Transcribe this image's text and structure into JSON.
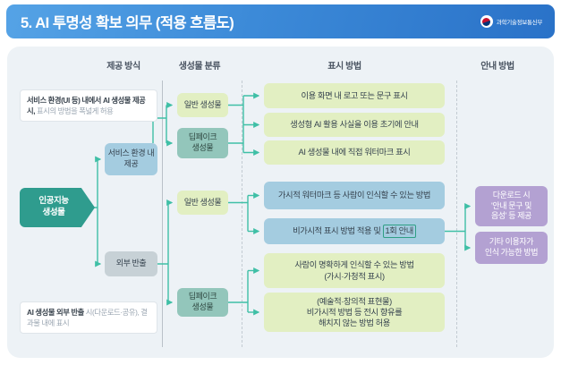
{
  "header": {
    "title": "5. AI 투명성 확보 의무 (적용 흐름도)",
    "ministry": "과학기술정보통신부"
  },
  "columns": {
    "provide": "제공 방식",
    "classify": "생성물 분류",
    "display": "표시 방법",
    "guide": "안내 방법"
  },
  "notes": {
    "top": {
      "dark": "서비스 환경(UI 등) 내에서 AI 생성물 제공 시,",
      "light": " 표시의 방법을 폭넓게 허용"
    },
    "bottom": {
      "dark": "AI 생성물 외부 반출",
      "light": " 시(다운로드·공유), 결과물 내에 표시"
    }
  },
  "flow": {
    "root": {
      "lines": [
        "인공지능",
        "생성물"
      ]
    },
    "in_service": {
      "lines": [
        "서비스 환경 내",
        "제공"
      ]
    },
    "export": {
      "label": "외부 반출"
    },
    "general_1": {
      "label": "일반 생성물"
    },
    "deepfake_1": {
      "lines": [
        "딥페이크",
        "생성물"
      ]
    },
    "general_2": {
      "label": "일반 생성물"
    },
    "deepfake_2": {
      "lines": [
        "딥페이크",
        "생성물"
      ]
    },
    "display_logo": {
      "label": "이용 화면 내 로고 또는 문구 표시"
    },
    "display_notice": {
      "label": "생성형 AI 활용 사실을 이용 초기에 안내"
    },
    "display_watermark": {
      "label": "AI 생성물 내에 직접 워터마크 표시"
    },
    "display_visible": {
      "label": "가시적 워터마크 등 사람이 인식할 수 있는 방법"
    },
    "display_invisible": {
      "prefix": "비가시적 표시 방법 적용 및",
      "highlight": "1회 안내"
    },
    "display_clear": {
      "lines": [
        "사람이 명확하게 인식할 수 있는 방법",
        "(가시·가청적 표시)"
      ]
    },
    "display_artistic": {
      "lines": [
        "(예술적·창의적 표현물)",
        "비가시적 방법 등 전시 향유를",
        "해치지 않는 방법 허용"
      ]
    },
    "guide_download": {
      "lines": [
        "다운로드 시",
        "'안내 문구 및",
        "음성' 등 제공"
      ]
    },
    "guide_other": {
      "lines": [
        "기타 이용자가",
        "인식 가능한 방법"
      ]
    }
  },
  "colors": {
    "header_gradient_start": "#55a3e6",
    "header_gradient_end": "#2a72c8",
    "panel_bg": "#edf2f6",
    "green_box": "#e2efc2",
    "blue_box": "#a4cce0",
    "teal_box": "#93c6bb",
    "gray_box": "#c7d1d6",
    "purple_box": "#b3a1d2",
    "root_box": "#2f9c8e",
    "connector": "#3fbfa6"
  }
}
